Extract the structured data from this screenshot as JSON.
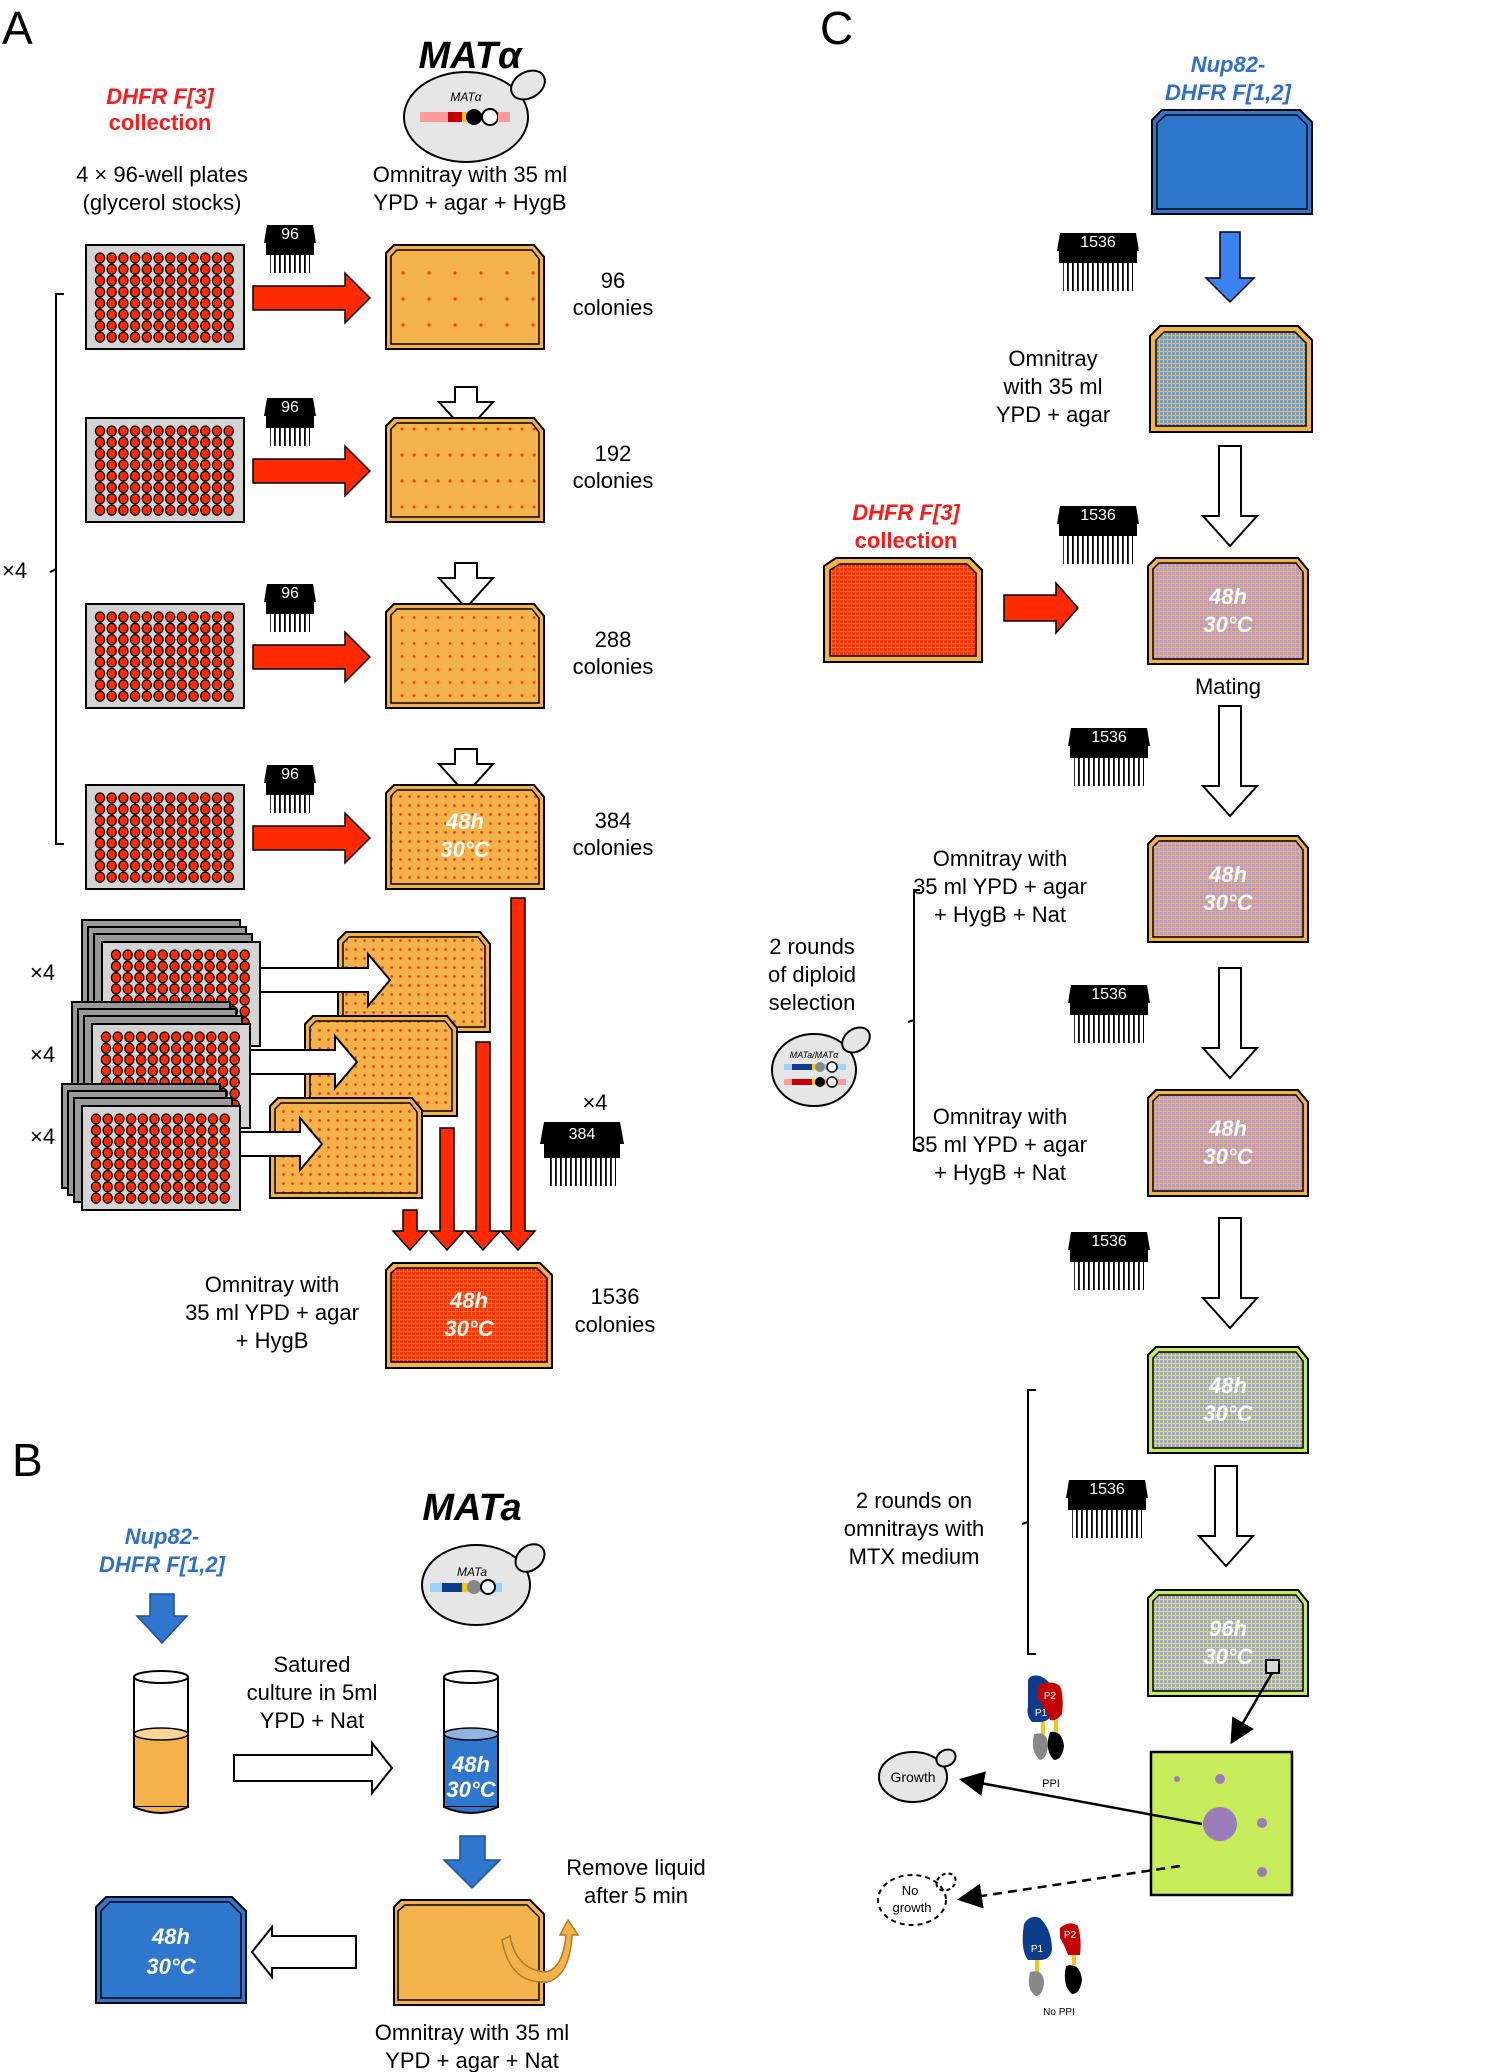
{
  "panels": {
    "a": "A",
    "b": "B",
    "c": "C"
  },
  "colors": {
    "red_arrow": "#ff2a00",
    "plate_orange": "#f4b34a",
    "blue": "#2f77cc",
    "mtx_green": "#c6ec5b",
    "colony_purple": "#9b7bb8",
    "label_red": "#ff1a1a",
    "label_blue": "#2f6fcc"
  },
  "panel_a": {
    "strain_title": "MATα",
    "cell_label": "MATα",
    "collection_line1": "DHFR F[3]",
    "collection_line2": "collection",
    "plates_line1": "4 × 96-well plates",
    "plates_line2": "(glycerol stocks)",
    "omnitray_line1": "Omnitray with 35 ml",
    "omnitray_line2": "YPD + agar + HygB",
    "pinner_96": "96",
    "pinner_384": "384",
    "repeat_x4": "×4",
    "rows": [
      {
        "count": "96",
        "unit": "colonies"
      },
      {
        "count": "192",
        "unit": "colonies"
      },
      {
        "count": "288",
        "unit": "colonies"
      },
      {
        "count": "384",
        "unit": "colonies",
        "time": "48h",
        "temp": "30°C"
      }
    ],
    "stack_labels": [
      "×4",
      "×4",
      "×4"
    ],
    "final_omnitray_line1": "Omnitray with",
    "final_omnitray_line2": "35 ml YPD + agar",
    "final_omnitray_line3": "+ HygB",
    "final_count": "1536",
    "final_unit": "colonies",
    "final_time": "48h",
    "final_temp": "30°C"
  },
  "panel_b": {
    "strain_title": "MATa",
    "cell_label": "MATa",
    "bait_line1": "Nup82-",
    "bait_line2": "DHFR F[1,2]",
    "culture_line1": "Satured",
    "culture_line2": "culture in 5ml",
    "culture_line3": "YPD + Nat",
    "tube_time": "48h",
    "tube_temp": "30°C",
    "remove_line1": "Remove liquid",
    "remove_line2": "after 5 min",
    "omnitray_line1": "Omnitray with 35 ml",
    "omnitray_line2": "YPD + agar + Nat",
    "final_time": "48h",
    "final_temp": "30°C"
  },
  "panel_c": {
    "bait_line1": "Nup82-",
    "bait_line2": "DHFR F[1,2]",
    "pinner_1536": "1536",
    "omnitray_line1": "Omnitray",
    "omnitray_line2": "with 35 ml",
    "omnitray_line3": "YPD + agar",
    "collection_line1": "DHFR F[3]",
    "collection_line2": "collection",
    "mating_time": "48h",
    "mating_temp": "30°C",
    "mating_label": "Mating",
    "diploid_steps": [
      {
        "line1": "Omnitray with",
        "line2": "35 ml YPD + agar",
        "line3": "+ HygB + Nat",
        "time": "48h",
        "temp": "30°C"
      },
      {
        "line1": "Omnitray with",
        "line2": "35 ml YPD + agar",
        "line3": "+ HygB + Nat",
        "time": "48h",
        "temp": "30°C"
      }
    ],
    "diploid_line1": "2 rounds",
    "diploid_line2": "of diploid",
    "diploid_line3": "selection",
    "diploid_cell_label": "MATa/MATα",
    "mtx_steps": [
      {
        "time": "48h",
        "temp": "30°C"
      },
      {
        "time": "96h",
        "temp": "30°C"
      }
    ],
    "mtx_line1": "2 rounds on",
    "mtx_line2": "omnitrays with",
    "mtx_line3": "MTX medium",
    "ppi_label": "PPI",
    "no_ppi_label": "No PPI",
    "p1": "P1",
    "p2": "P2",
    "growth_label": "Growth",
    "no_growth_line1": "No",
    "no_growth_line2": "growth"
  }
}
